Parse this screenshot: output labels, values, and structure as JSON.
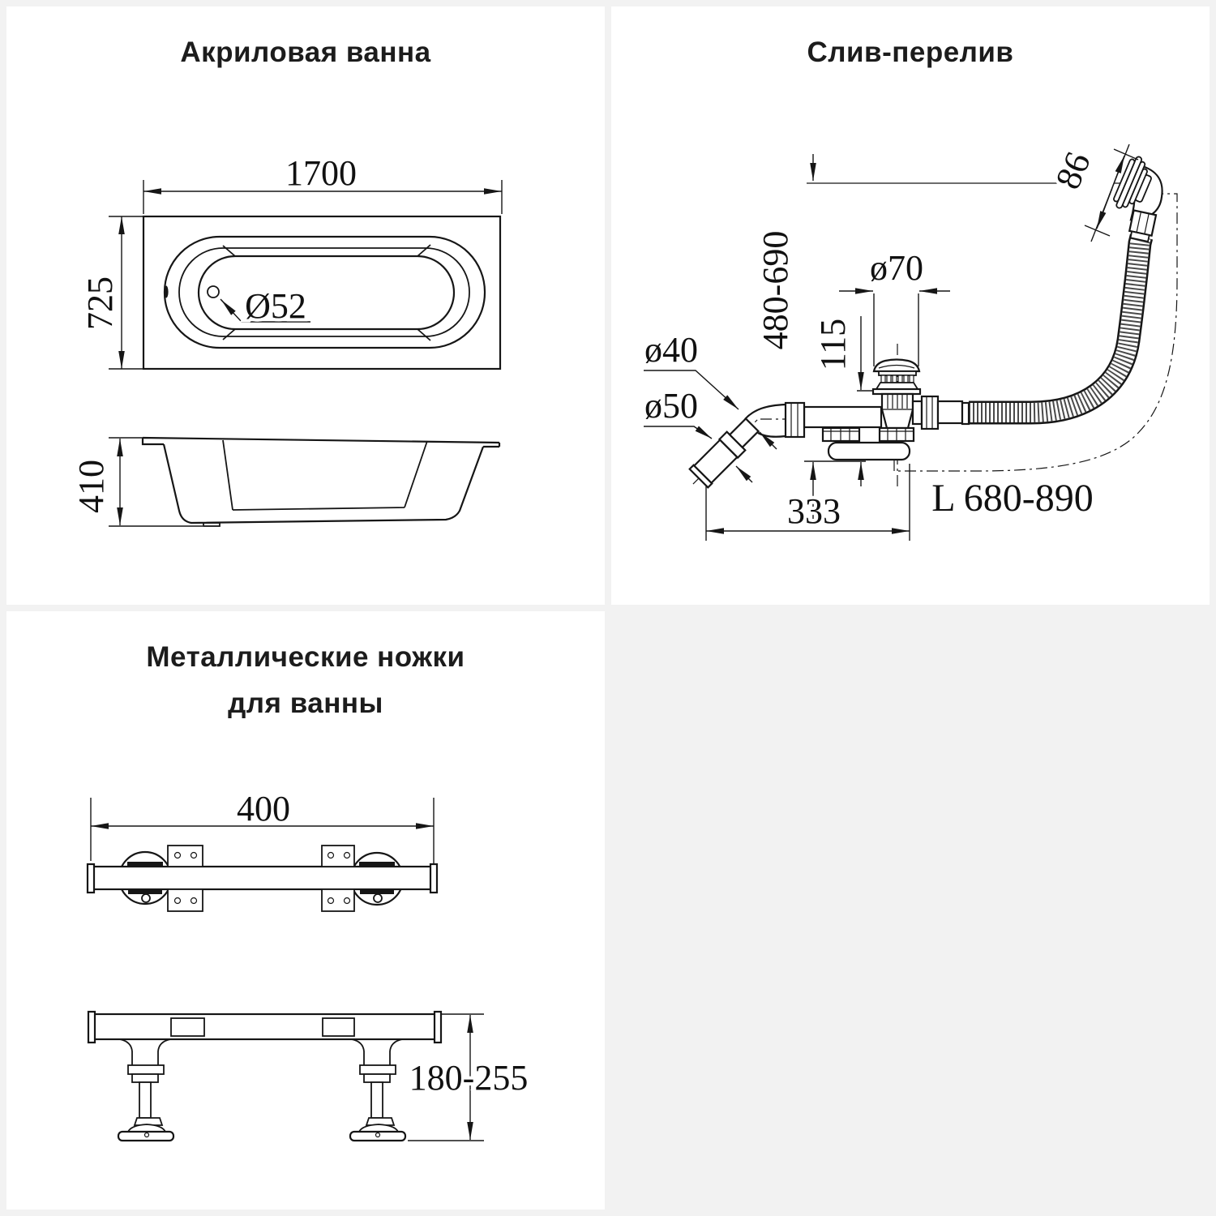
{
  "panels": {
    "tub": {
      "title": "Акриловая ванна",
      "dims": {
        "length": "1700",
        "width": "725",
        "drain_hole": "Ø52",
        "height": "410"
      }
    },
    "drain": {
      "title": "Слив-перелив",
      "dims": {
        "overflow_face": "86",
        "install_height": "480-690",
        "cap_diameter": "ø70",
        "under_tub_height": "115",
        "pipe_d40": "ø40",
        "pipe_d50": "ø50",
        "horizontal_offset": "333",
        "hose_length": "L 680-890"
      }
    },
    "legs": {
      "title_line1": "Металлические ножки",
      "title_line2": "для ванны",
      "dims": {
        "width": "400",
        "height_range": "180-255"
      }
    }
  }
}
